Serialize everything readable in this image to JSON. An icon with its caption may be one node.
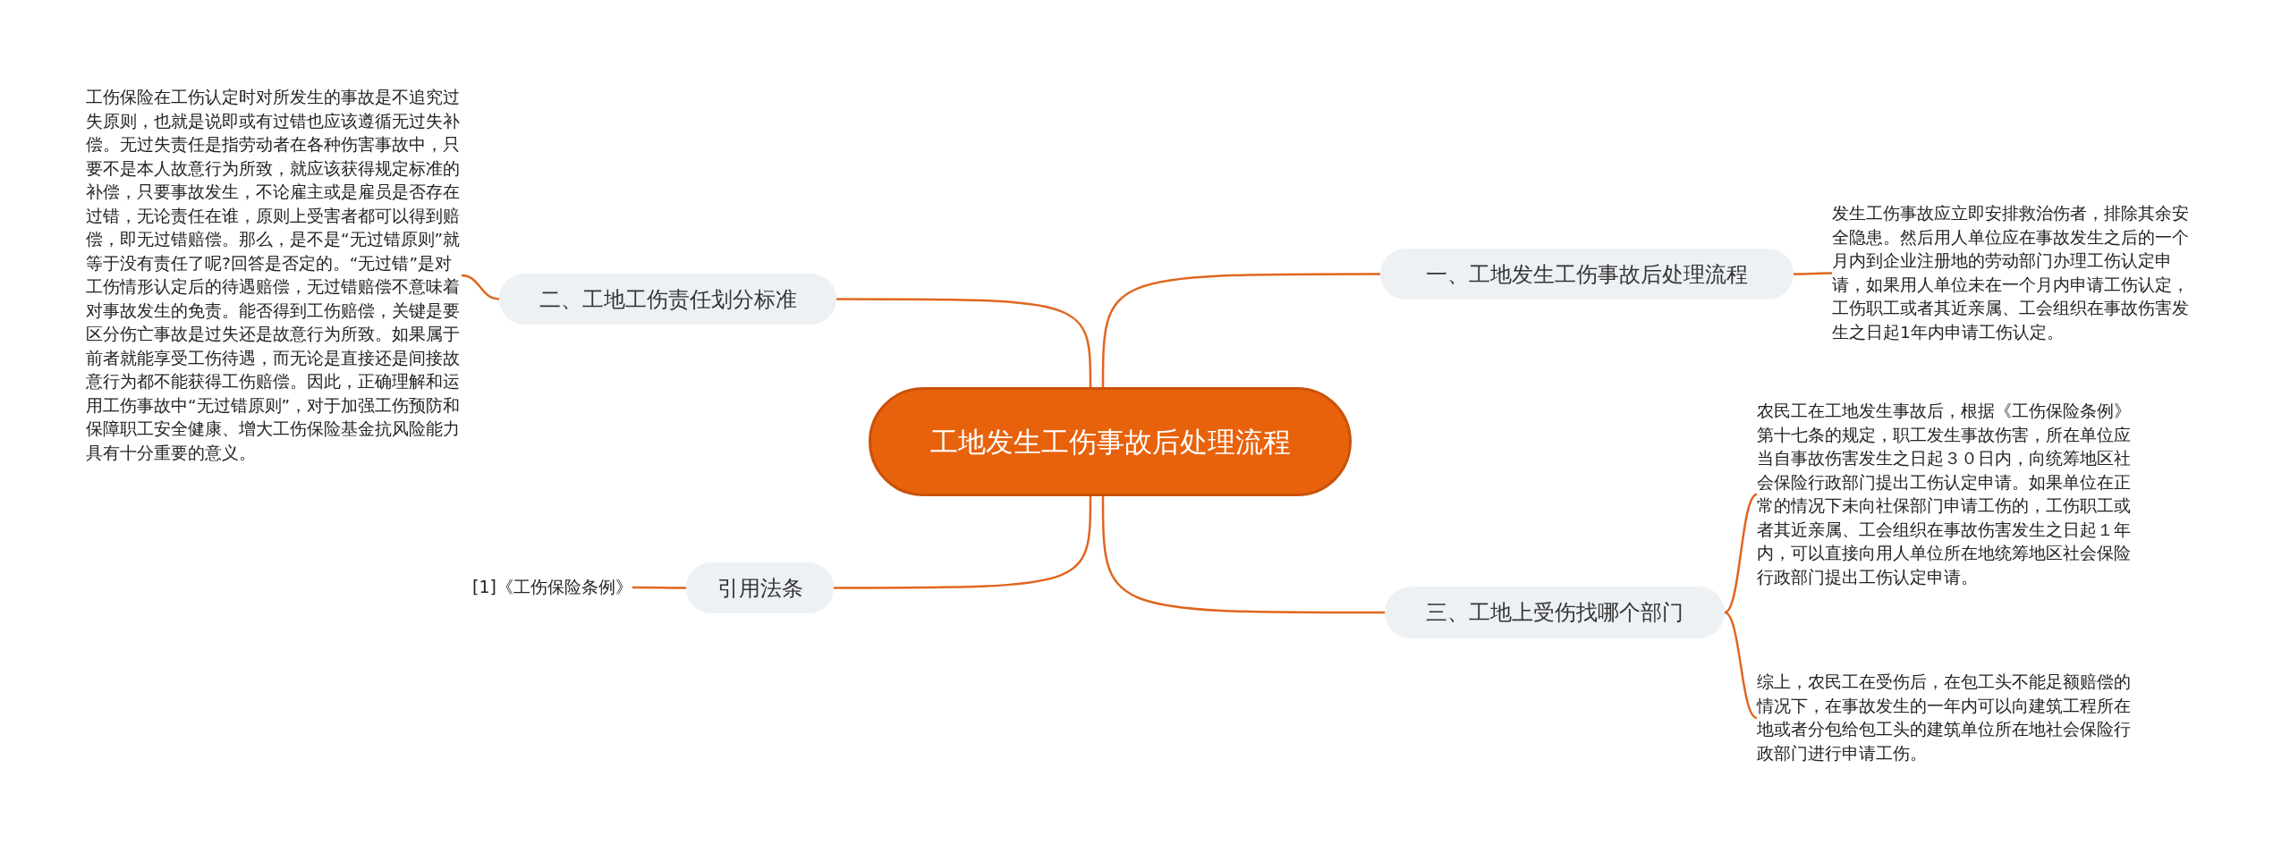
{
  "diagram": {
    "nodes": [
      {
        "text": [
          "工地发生工伤事故后处理流程"
        ]
      },
      {
        "text": [
          "一、工地发生工伤事故后处理流程"
        ]
      },
      {
        "text": [
          "发生工伤事故应立即安排救治伤者，排除其余安全隐患。然后用人单位应在事故发生之后的一个月内到企业注册地的劳动部门办理工伤认定申请，如果用人单位未在一个月内申请工伤认定，工伤职工或者其近亲属、工会组织在事故伤害发生之日起1年内申请工伤认定。"
        ]
      },
      {
        "text": [
          "二、工地工伤责任划分标准"
        ]
      },
      {
        "text": [
          "工伤保险在工伤认定时对所发生的事故是不追究过失原则，也就是说即或有过错也应该遵循无过失补偿。无过失责任是指劳动者在各种伤害事故中，只要不是本人故意行为所致，就应该获得规定标准的补偿，只要事故发生，不论雇主或是雇员是否存在过错，无论责任在谁，原则上受害者都可以得到赔偿，即无过错赔偿。那么，是不是“无过错原则”就等于没有责任了呢?回答是否定的。“无过错”是对工伤情形认定后的待遇赔偿，无过错赔偿不意味着对事故发生的免责。能否得到工伤赔偿，关键是要区分伤亡事故是过失还是故意行为所致。如果属于前者就能享受工伤待遇，而无论是直接还是间接故意行为都不能获得工伤赔偿。因此，正确理解和运用工伤事故中“无过错原则”，对于加强工伤预防和保障职工安全健康、增大工伤保险基金抗风险能力具有十分重要的意义。"
        ]
      },
      {
        "text": [
          "三、工地上受伤找哪个部门"
        ]
      },
      {
        "text": [
          "农民工在工地发生事故后，根据《工伤保险条例》第十七条的规定，职工发生事故伤害，所在单位应当自事故伤害发生之日起３０日内，向统筹地区社会保险行政部门提出工伤认定申请。如果单位在正常的情况下未向社保部门申请工伤的，工伤职工或者其近亲属、工会组织在事故伤害发生之日起１年内，可以直接向用人单位所在地统筹地区社会保险行政部门提出工伤认定申请。"
        ]
      },
      {
        "text": [
          "综上，农民工在受伤后，在包工头不能足额赔偿的情况下，在事故发生的一年内可以向建筑工程所在地或者分包给包工头的建筑单位所在地社会保险行政部门进行申请工伤。"
        ]
      },
      {
        "text": [
          "引用法条"
        ]
      },
      {
        "text": [
          "[1]《工伤保险条例》"
        ]
      }
    ],
    "edges": [
      {
        "from": 0,
        "to": 1,
        "arrow": "none"
      },
      {
        "from": 1,
        "to": 2,
        "arrow": "none"
      },
      {
        "from": 0,
        "to": 3,
        "arrow": "none"
      },
      {
        "from": 3,
        "to": 4,
        "arrow": "none"
      },
      {
        "from": 0,
        "to": 5,
        "arrow": "none"
      },
      {
        "from": 5,
        "to": 6,
        "arrow": "none"
      },
      {
        "from": 5,
        "to": 7,
        "arrow": "none"
      },
      {
        "from": 0,
        "to": 8,
        "arrow": "none"
      },
      {
        "from": 8,
        "to": 9,
        "arrow": "none"
      }
    ]
  }
}
